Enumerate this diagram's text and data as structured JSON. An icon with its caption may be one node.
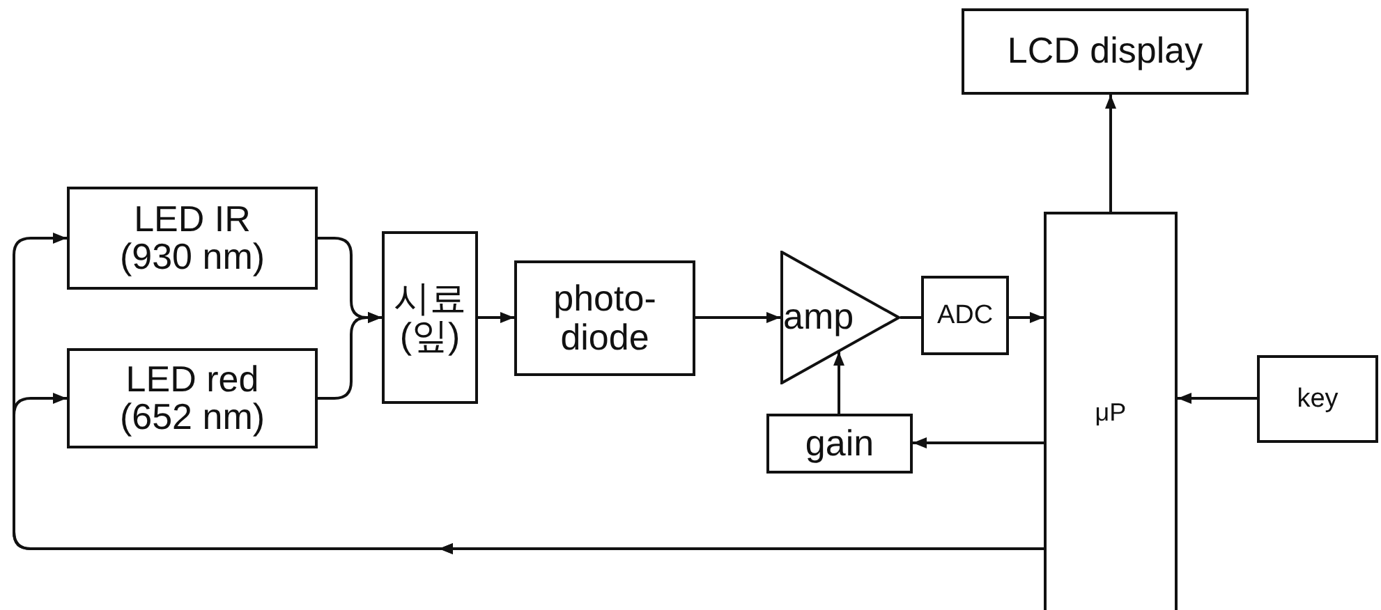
{
  "diagram": {
    "nodes": [
      {
        "text": [
          "LED IR (930 nm)"
        ]
      },
      {
        "text": [
          "LED red (652 nm)"
        ]
      },
      {
        "text": [
          "시료 (잎)"
        ]
      },
      {
        "text": [
          "photo- diode"
        ]
      },
      {
        "text": [
          "amp"
        ]
      },
      {
        "text": [
          "ADC"
        ]
      },
      {
        "text": [
          "gain"
        ]
      },
      {
        "text": [
          "LCD display"
        ]
      },
      {
        "text": [
          "μP"
        ]
      },
      {
        "text": [
          "key"
        ]
      }
    ],
    "edges": [
      {
        "from": 0,
        "to": 2,
        "arrow": "to"
      },
      {
        "from": 1,
        "to": 2,
        "arrow": "to"
      },
      {
        "from": 2,
        "to": 3,
        "arrow": "to"
      },
      {
        "from": 3,
        "to": 4,
        "arrow": "to"
      },
      {
        "from": 4,
        "to": 5,
        "arrow": "none"
      },
      {
        "from": 5,
        "to": 8,
        "arrow": "to"
      },
      {
        "from": 8,
        "to": 7,
        "arrow": "to"
      },
      {
        "from": 9,
        "to": 8,
        "arrow": "to"
      },
      {
        "from": 8,
        "to": 6,
        "arrow": "to"
      },
      {
        "from": 6,
        "to": 4,
        "arrow": "to"
      },
      {
        "from": 8,
        "to": 0,
        "arrow": "to"
      },
      {
        "from": 8,
        "to": 1,
        "arrow": "to"
      }
    ]
  }
}
